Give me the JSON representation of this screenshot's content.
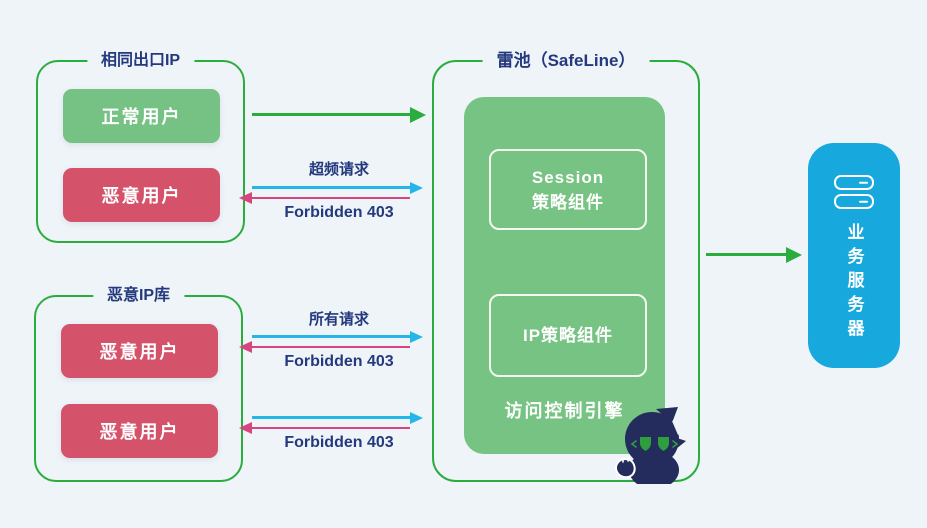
{
  "colors": {
    "background": "#EFF4F9",
    "outline_green": "#2BAD3E",
    "navy_text": "#24397E",
    "normal_user_green": "#76C284",
    "malicious_user_red": "#D4536A",
    "request_cyan": "#24B5E9",
    "response_pink": "#D6457F",
    "server_blue": "#17A8DD",
    "waf_panel_green": "#77C383"
  },
  "left_groups": {
    "same_ip": {
      "title": "相同出口IP",
      "users": [
        {
          "label": "正常用户",
          "type": "normal"
        },
        {
          "label": "恶意用户",
          "type": "malicious"
        }
      ]
    },
    "malicious_ip_pool": {
      "title": "恶意IP库",
      "users": [
        {
          "label": "恶意用户",
          "type": "malicious"
        },
        {
          "label": "恶意用户",
          "type": "malicious"
        }
      ]
    }
  },
  "safeline": {
    "title": "雷池（SafeLine）",
    "session_component": {
      "line1": "Session",
      "line2": "策略组件"
    },
    "ip_component": {
      "label": "IP策略组件"
    },
    "engine_label": "访问控制引擎",
    "mascot": "safeline-mascot"
  },
  "server": {
    "label": "业务服务器",
    "icon": "server-stack-icon"
  },
  "flows": {
    "overfreq_request": {
      "label": "超频请求"
    },
    "overfreq_response": {
      "label": "Forbidden 403"
    },
    "all_request": {
      "label": "所有请求"
    },
    "all_response": {
      "label": "Forbidden 403"
    },
    "blocked_response": {
      "label": "Forbidden 403"
    }
  }
}
